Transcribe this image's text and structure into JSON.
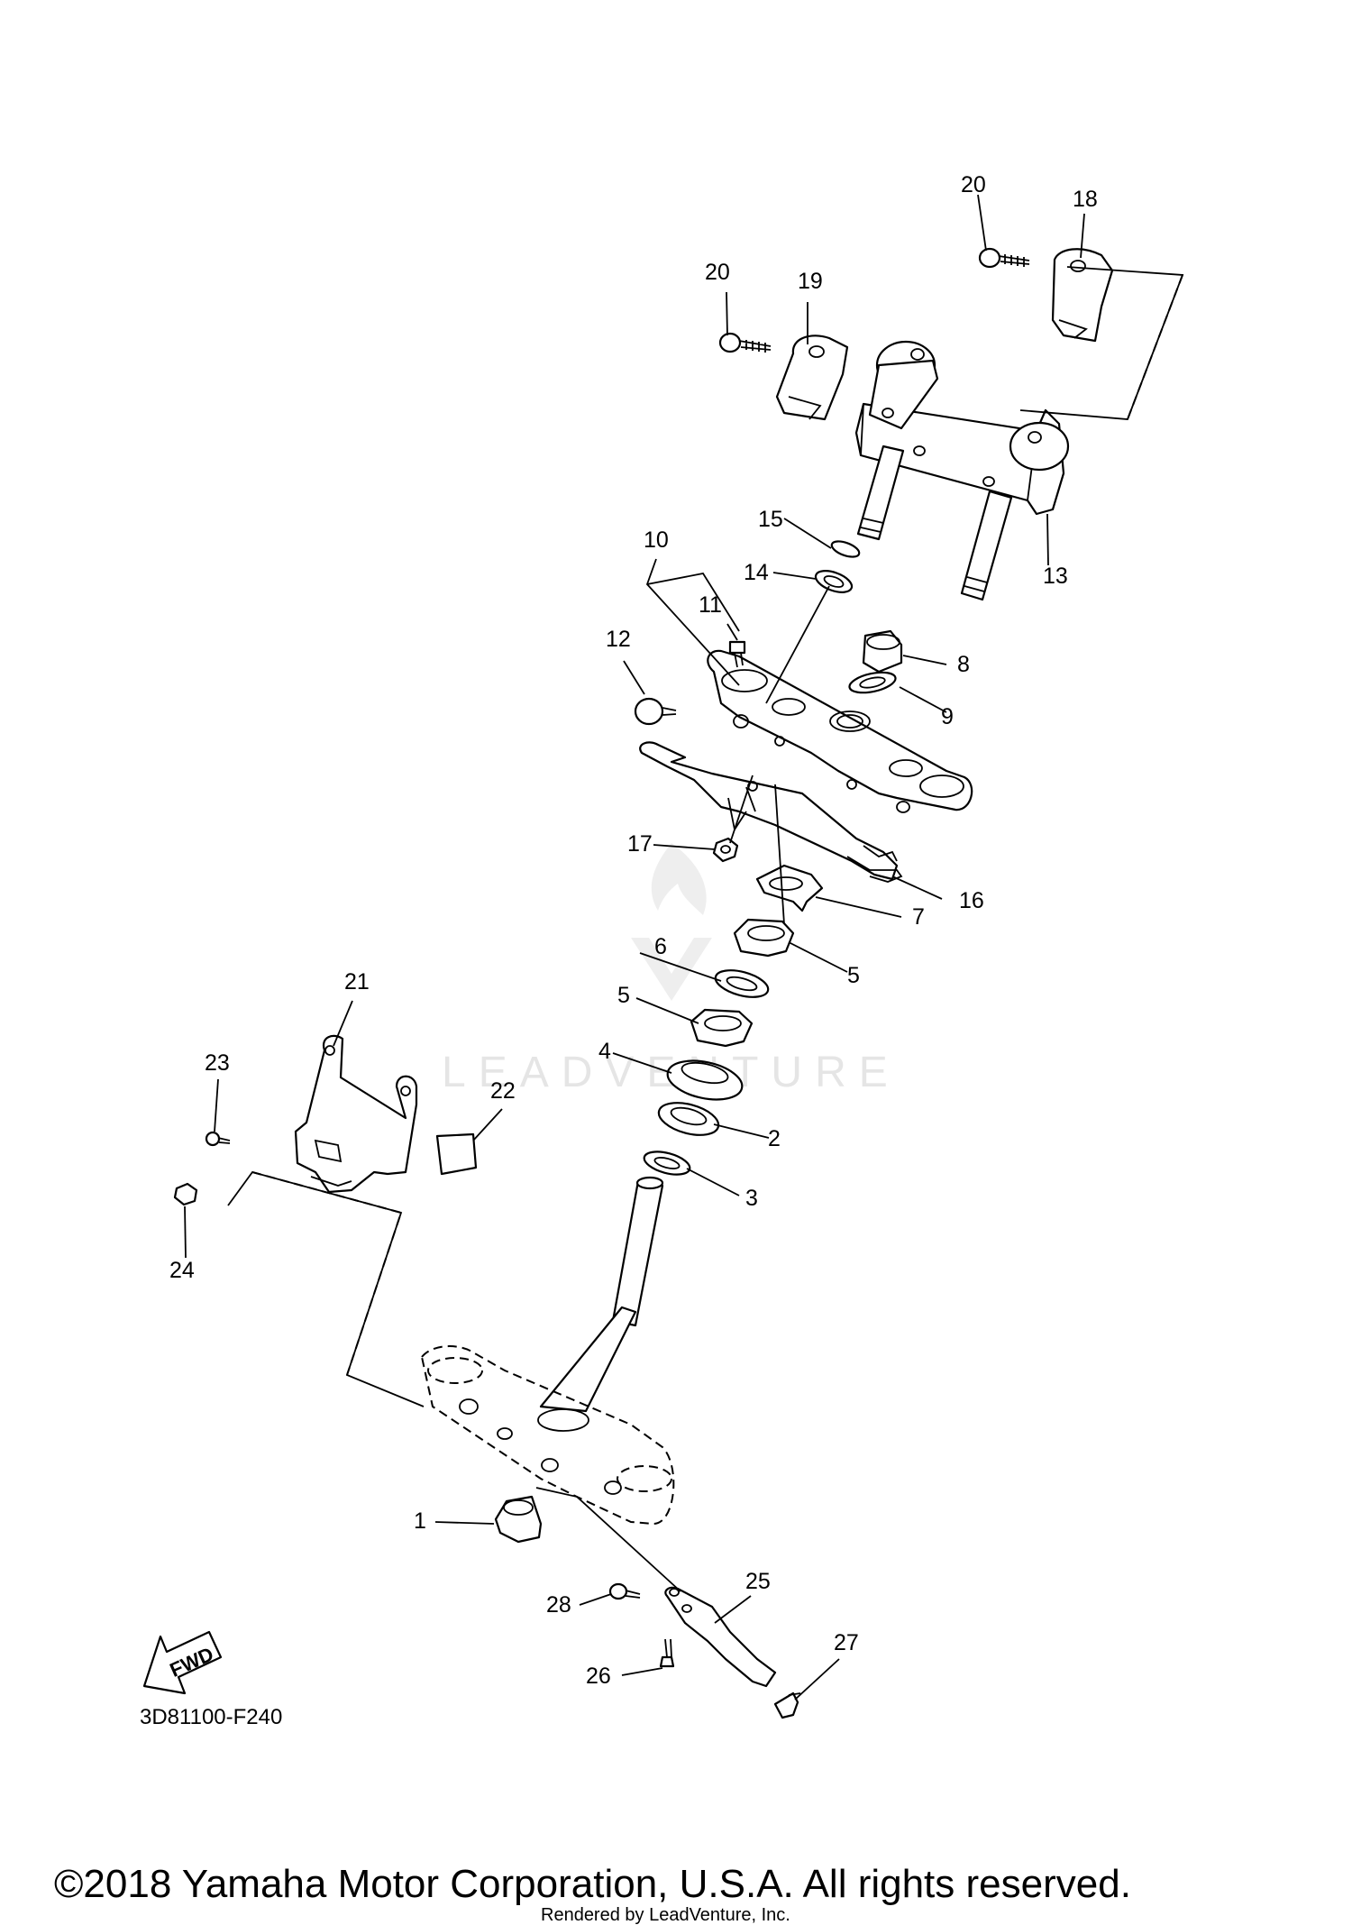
{
  "diagram_code": "3D81100-F240",
  "copyright": "©2018 Yamaha Motor Corporation, U.S.A. All rights reserved.",
  "rendered_by": "Rendered by LeadVenture, Inc.",
  "watermark": "LEADVENTURE",
  "fwd_label": "FWD",
  "callouts": {
    "c1": "1",
    "c2": "2",
    "c3": "3",
    "c4": "4",
    "c5a": "5",
    "c5b": "5",
    "c6": "6",
    "c7": "7",
    "c8": "8",
    "c9": "9",
    "c10": "10",
    "c11": "11",
    "c12": "12",
    "c13": "13",
    "c14": "14",
    "c15": "15",
    "c16": "16",
    "c17": "17",
    "c18": "18",
    "c19": "19",
    "c20a": "20",
    "c20b": "20",
    "c21": "21",
    "c22": "22",
    "c23": "23",
    "c24": "24",
    "c25": "25",
    "c26": "26",
    "c27": "27",
    "c28": "28"
  }
}
